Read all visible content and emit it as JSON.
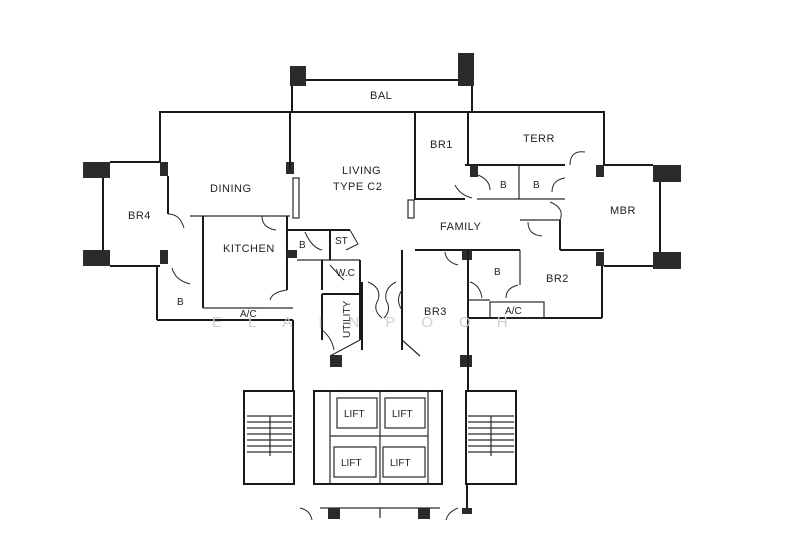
{
  "plan": {
    "title": "TYPE C2",
    "watermark": "ELAINPOOH",
    "rooms": {
      "bal": "BAL",
      "living": "LIVING",
      "type": "TYPE C2",
      "dining": "DINING",
      "br4": "BR4",
      "kitchen": "KITCHEN",
      "b_kitchen": "B",
      "b_bottom_left": "B",
      "st": "ST",
      "wc": "W.C",
      "utility": "UTILITY",
      "ac_left": "A/C",
      "br1": "BR1",
      "terr": "TERR",
      "b_br1": "B",
      "b_mbr": "B",
      "mbr": "MBR",
      "family": "FAMILY",
      "br3": "BR3",
      "b_br2": "B",
      "br2": "BR2",
      "ac_right": "A/C"
    },
    "lifts": [
      "LIFT",
      "LIFT",
      "LIFT",
      "LIFT"
    ],
    "colors": {
      "wall": "#1a1a1a",
      "column": "#2b2b2b",
      "background": "#ffffff",
      "watermark": "#cfcfcf"
    }
  }
}
